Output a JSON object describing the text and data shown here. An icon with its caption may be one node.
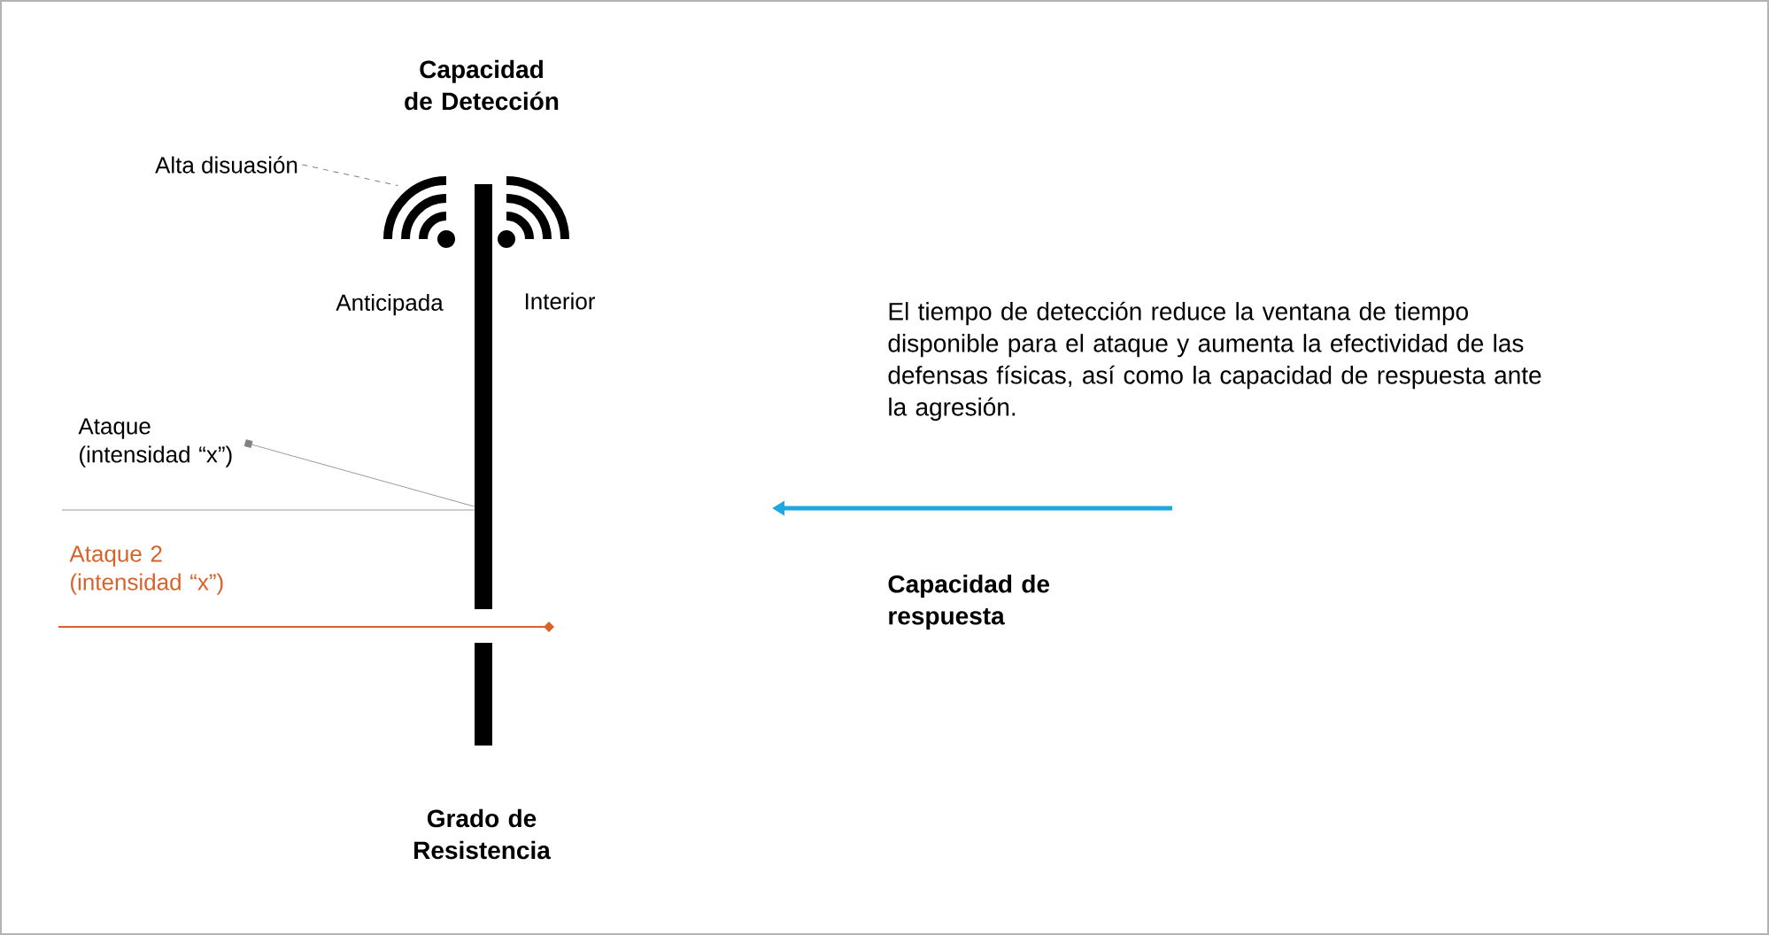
{
  "diagram": {
    "nodes": [
      {
        "text": [
          "Alta disuasión"
        ]
      },
      {
        "text": [],
        "shape": "picture"
      },
      {
        "text": [],
        "shape": "picture"
      },
      {
        "text": [
          "Ataque (intensidad “x”)"
        ]
      },
      {
        "text": [],
        "shape": "bar"
      },
      {
        "text": [],
        "shape": "bar"
      }
    ],
    "edges": [
      {
        "from": 0,
        "to": 1,
        "arrow": "none",
        "style": "dashed"
      },
      {
        "from": 3,
        "to": 4,
        "arrow": "other"
      },
      {
        "from": null,
        "to": 4,
        "arrow": "none"
      }
    ],
    "labels": [
      "Capacidad de Detección",
      "Anticipada",
      "Interior",
      "El tiempo de detección reduce la ventana de tiempo disponible para el ataque y aumenta la efectividad de las defensas físicas, así como la capacidad de respuesta ante la agresión.",
      "Ataque 2 (intensidad “x”)",
      "Capacidad de respuesta",
      "Grado de Resistencia"
    ]
  }
}
